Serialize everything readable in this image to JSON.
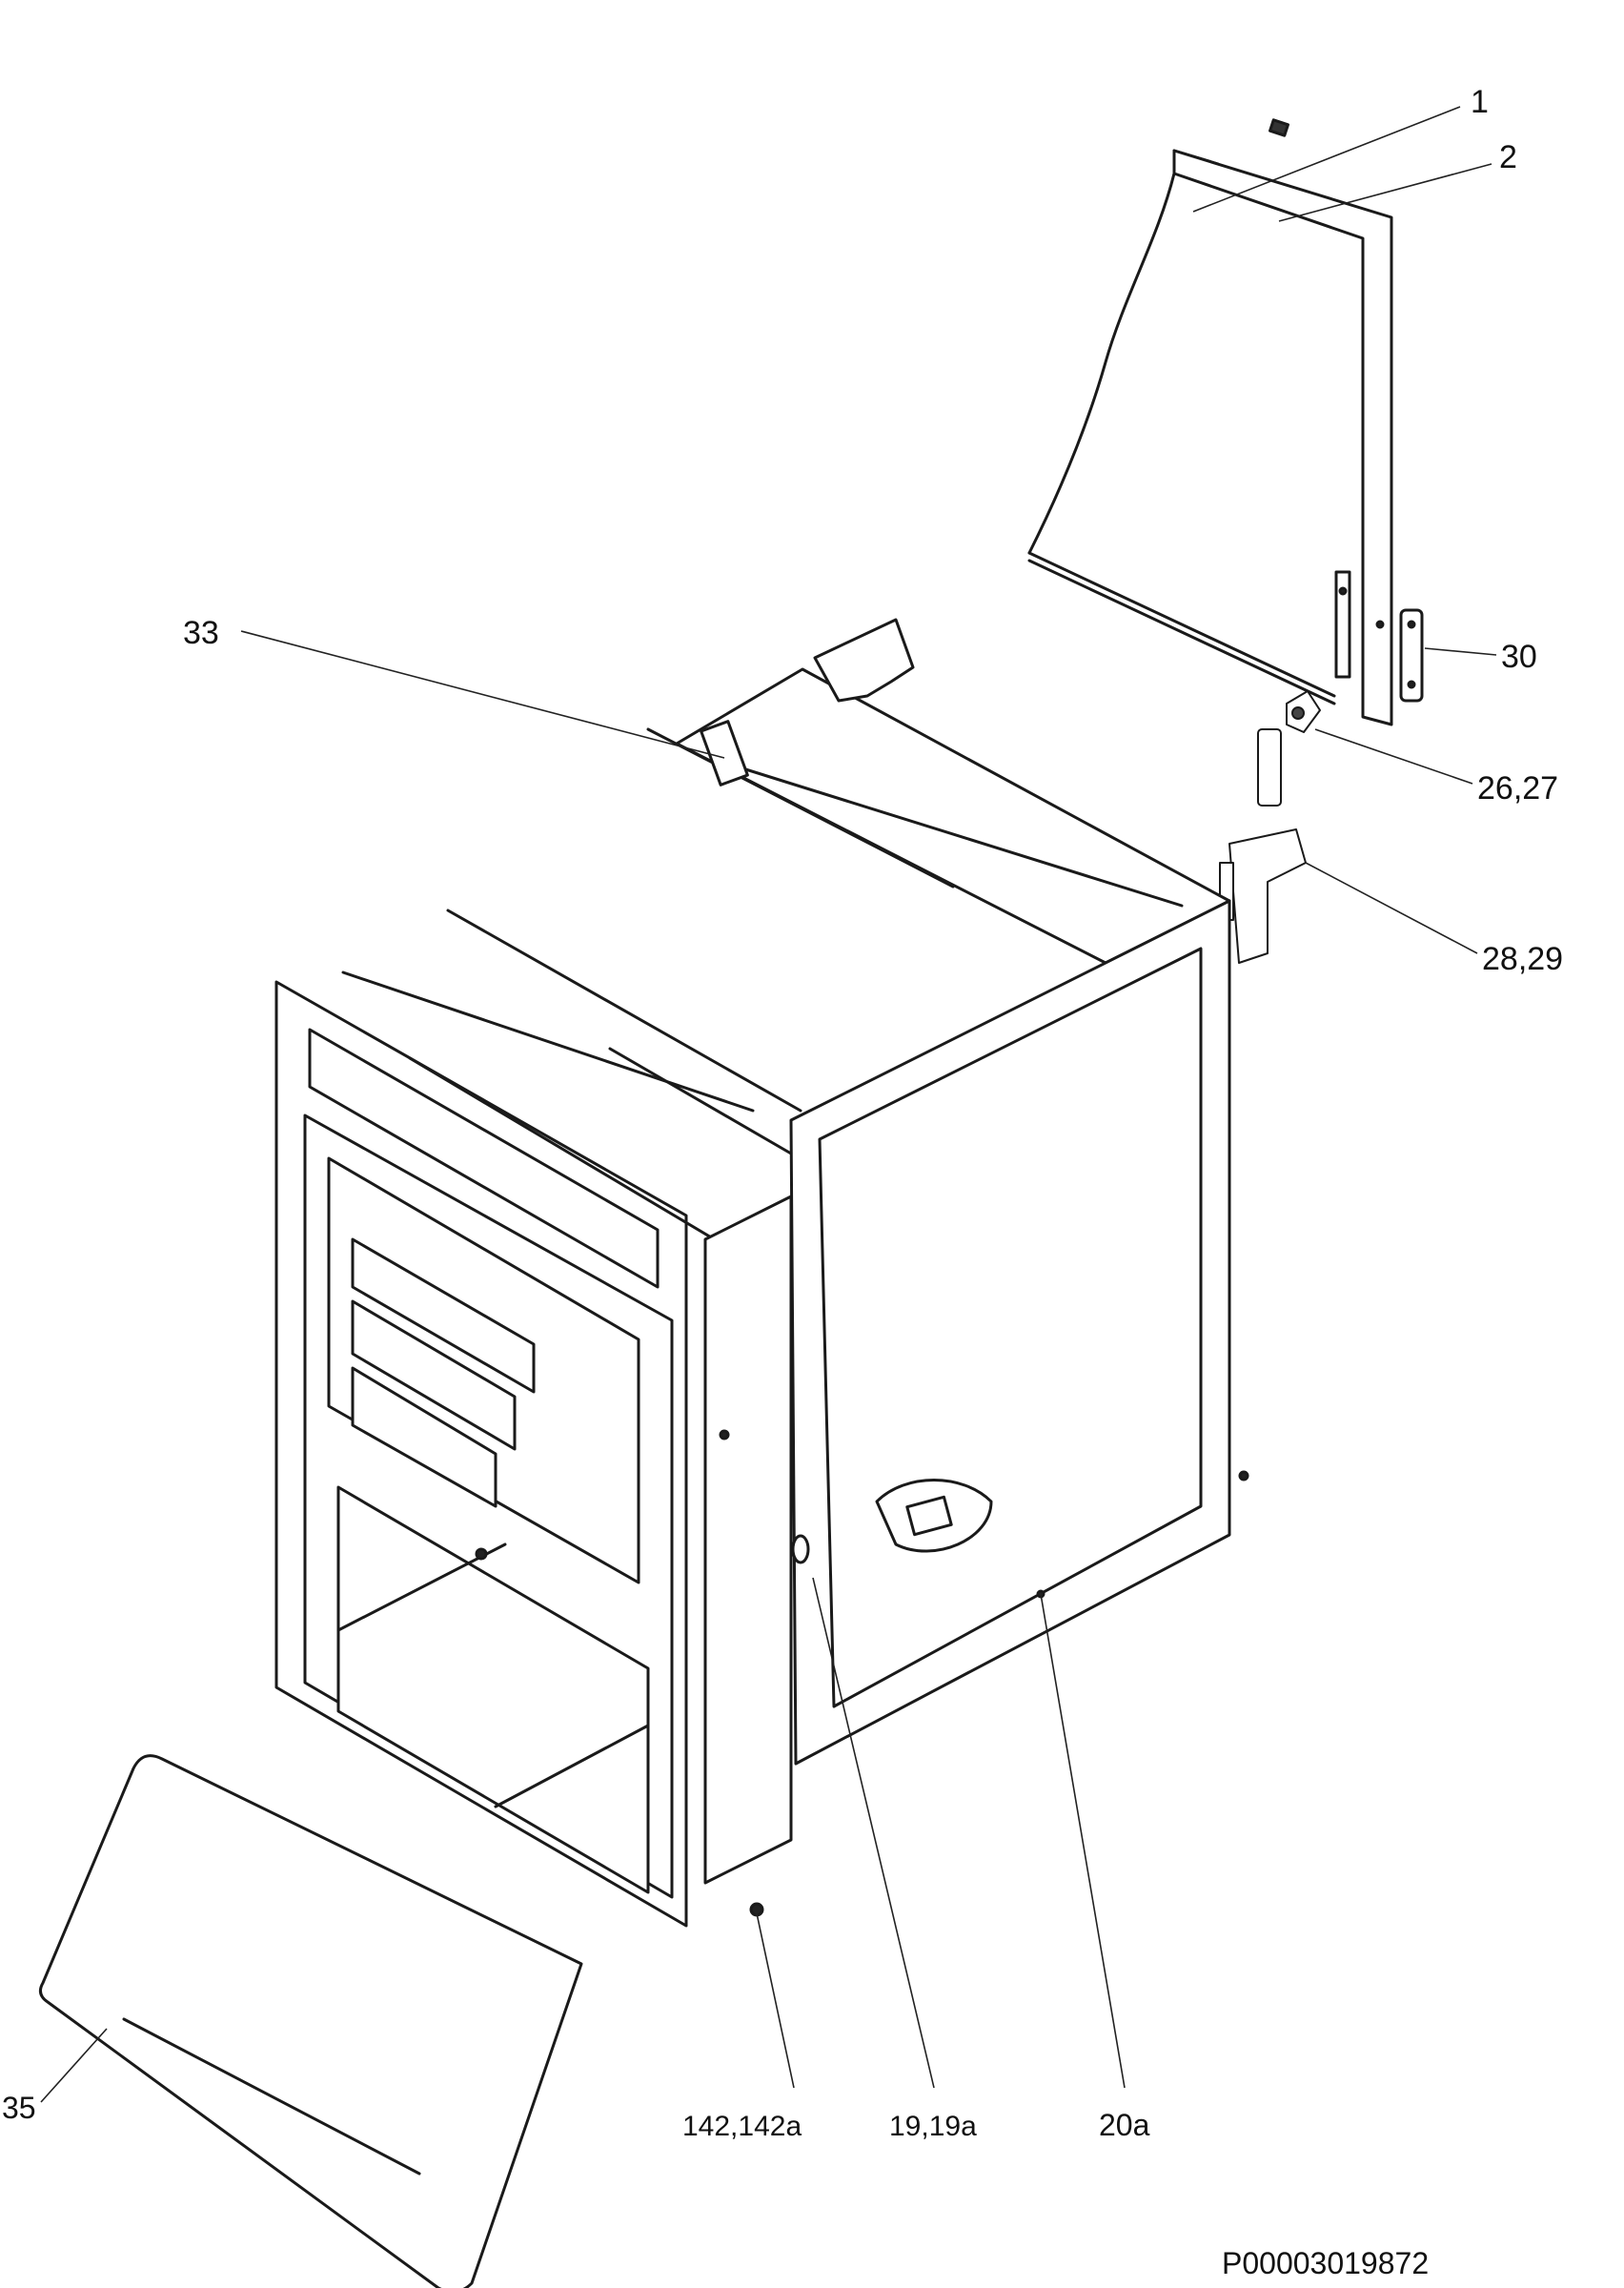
{
  "diagram": {
    "callouts": [
      {
        "id": "c1",
        "text": "1"
      },
      {
        "id": "c2",
        "text": "2"
      },
      {
        "id": "c30",
        "text": "30"
      },
      {
        "id": "c2627",
        "text": "26,27"
      },
      {
        "id": "c2829",
        "text": "28,29"
      },
      {
        "id": "c33",
        "text": "33"
      },
      {
        "id": "c35",
        "text": "35"
      },
      {
        "id": "c142",
        "text": "142,142a"
      },
      {
        "id": "c19",
        "text": "19,19a"
      },
      {
        "id": "c20a",
        "text": "20a"
      }
    ],
    "reference_code": "P00003019872"
  }
}
